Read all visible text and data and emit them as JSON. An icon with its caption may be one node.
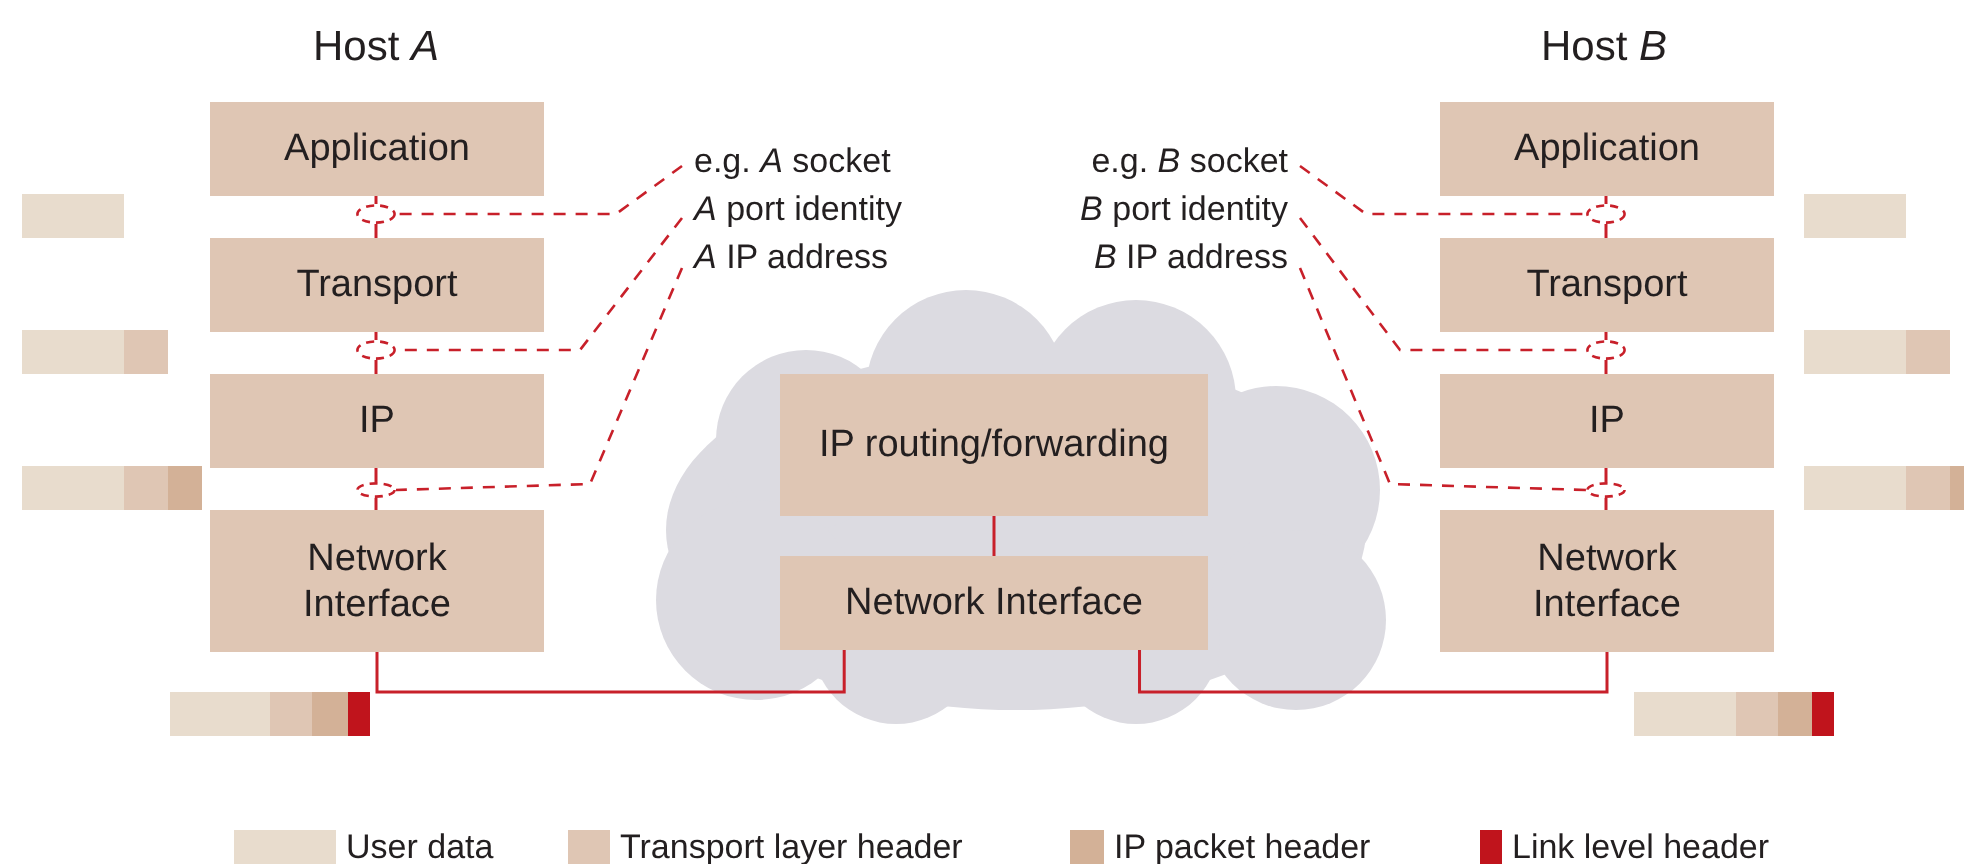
{
  "diagram": {
    "nodes": [
      {
        "text": [
          "Application"
        ]
      },
      {
        "text": [
          "Transport"
        ]
      },
      {
        "text": [
          "IP"
        ]
      },
      {
        "text": [
          "Network Interface"
        ]
      },
      {
        "text": [],
        "shape": "cloud"
      },
      {
        "text": [
          "IP routing/forwarding"
        ],
        "in": 4
      },
      {
        "text": [
          "Network Interface"
        ],
        "in": 4
      },
      {
        "text": [
          "Application"
        ]
      },
      {
        "text": [
          "Transport"
        ]
      },
      {
        "text": [
          "IP"
        ]
      },
      {
        "text": [
          "Network Interface"
        ]
      },
      {
        "text": [
          "e.g. *A* socket"
        ]
      },
      {
        "text": [
          "*A* port identity"
        ]
      },
      {
        "text": [
          "*A* IP address"
        ]
      },
      {
        "text": [
          "e.g. *B* socket"
        ]
      },
      {
        "text": [
          "*B* port identity"
        ]
      },
      {
        "text": [
          "*B* IP address"
        ]
      },
      {
        "text": [],
        "shape": "circle"
      },
      {
        "text": [],
        "shape": "circle"
      },
      {
        "text": [],
        "shape": "circle"
      },
      {
        "text": [],
        "shape": "circle"
      },
      {
        "text": [],
        "shape": "circle"
      },
      {
        "text": [],
        "shape": "circle"
      }
    ],
    "edges": [
      {
        "from": 0,
        "to": 17,
        "arrow": "none"
      },
      {
        "from": 17,
        "to": 1,
        "arrow": "none"
      },
      {
        "from": 1,
        "to": 18,
        "arrow": "none"
      },
      {
        "from": 18,
        "to": 2,
        "arrow": "none"
      },
      {
        "from": 2,
        "to": 19,
        "arrow": "none"
      },
      {
        "from": 19,
        "to": 3,
        "arrow": "none"
      },
      {
        "from": 3,
        "to": 6,
        "arrow": "none"
      },
      {
        "from": 5,
        "to": 6,
        "arrow": "none"
      },
      {
        "from": 6,
        "to": 10,
        "arrow": "none"
      },
      {
        "from": 7,
        "to": 20,
        "arrow": "none"
      },
      {
        "from": 20,
        "to": 8,
        "arrow": "none"
      },
      {
        "from": 8,
        "to": 21,
        "arrow": "none"
      },
      {
        "from": 21,
        "to": 9,
        "arrow": "none"
      },
      {
        "from": 9,
        "to": 22,
        "arrow": "none"
      },
      {
        "from": 22,
        "to": 10,
        "arrow": "none"
      },
      {
        "from": 11,
        "to": 17,
        "arrow": "none",
        "style": "dashed"
      },
      {
        "from": 12,
        "to": 18,
        "arrow": "none",
        "style": "dashed"
      },
      {
        "from": 13,
        "to": 19,
        "arrow": "none",
        "style": "dashed"
      },
      {
        "from": 14,
        "to": 20,
        "arrow": "none",
        "style": "dashed"
      },
      {
        "from": 15,
        "to": 21,
        "arrow": "none",
        "style": "dashed"
      },
      {
        "from": 16,
        "to": 22,
        "arrow": "none",
        "style": "dashed"
      }
    ],
    "labels": [
      "Host *A*",
      "Host *B*"
    ],
    "legend": [
      {
        "text": "User data",
        "color": "#e8dccd"
      },
      {
        "text": "Transport layer header",
        "color": "#dfc6b4"
      },
      {
        "text": "IP packet header",
        "color": "#d3b197"
      },
      {
        "text": "Link level header",
        "color": "#c0141c"
      }
    ]
  }
}
